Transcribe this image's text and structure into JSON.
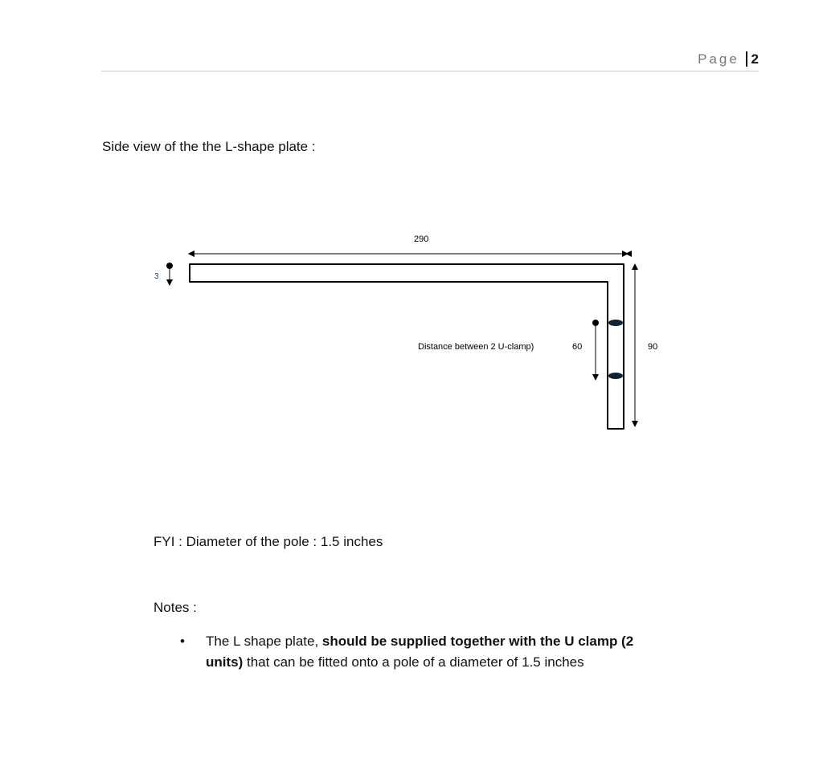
{
  "header": {
    "page_label": "Page",
    "page_number": "2"
  },
  "heading": "Side view of the the L-shape plate :",
  "diagram": {
    "length_label": "290",
    "thickness_label": "3",
    "clamp_label": "Distance between 2 U-clamp)",
    "clamp_distance": "60",
    "height_label": "90"
  },
  "fyi": "FYI : Diameter of the pole : 1.5 inches",
  "notes_title": "Notes :",
  "notes": [
    {
      "plain1": "The L shape plate, ",
      "bold": "should be supplied together with the U clamp (2 units)",
      "plain2": " that can be fitted onto a pole of a diameter of 1.5 inches"
    }
  ]
}
